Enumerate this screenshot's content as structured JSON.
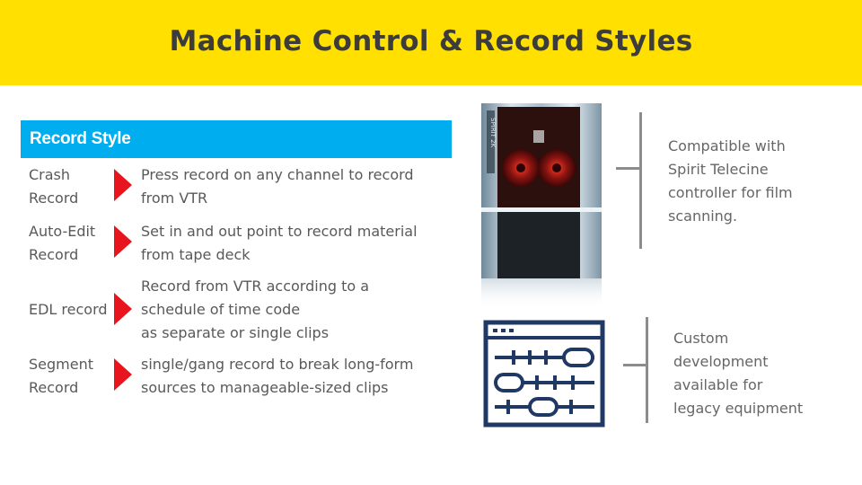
{
  "title": "Machine Control & Record Styles",
  "record_style": {
    "header": "Record Style",
    "rows": [
      {
        "label_lines": [
          "Crash",
          "Record"
        ],
        "desc_lines": [
          "Press record on any channel to record",
          "from VTR"
        ]
      },
      {
        "label_lines": [
          "Auto-Edit",
          "Record"
        ],
        "desc_lines": [
          "Set in and out point to record material",
          "from tape deck"
        ]
      },
      {
        "label_lines": [
          "EDL record"
        ],
        "desc_lines": [
          "Record from VTR according to a",
          "schedule of time code",
          "as separate or single clips"
        ]
      },
      {
        "label_lines": [
          "Segment",
          "Record"
        ],
        "desc_lines": [
          "single/gang record to break long-form",
          "sources to manageable-sized clips"
        ]
      }
    ]
  },
  "device": {
    "brand_text": "SPIRIT 2K"
  },
  "notes": {
    "telecine": [
      "Compatible with",
      "Spirit Telecine",
      "controller for film",
      "scanning."
    ],
    "custom": [
      "Custom",
      "development",
      "available for",
      "legacy equipment"
    ]
  },
  "colors": {
    "banner": "#ffe000",
    "header": "#00aeef",
    "arrow": "#e8141e",
    "icon": "#1f3864"
  }
}
